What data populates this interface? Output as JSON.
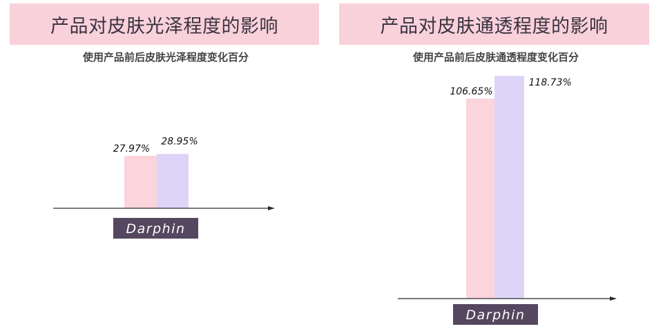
{
  "colors": {
    "background": "#ffffff",
    "header_bg": "#f9d1da",
    "title": "#3a3342",
    "subtitle": "#444444",
    "axis": "#2a2a2a",
    "category_box": "#54475f",
    "category_text": "#ffffff"
  },
  "chart_data": [
    {
      "type": "bar",
      "title": "产品对皮肤光泽程度的影响",
      "subtitle": "使用产品前后皮肤光泽程度变化百分",
      "categories": [
        "Darphin"
      ],
      "series": [
        {
          "values": [
            27.97
          ],
          "data_labels": [
            "27.97%"
          ],
          "color": "#fbd4dc"
        },
        {
          "values": [
            28.95
          ],
          "data_labels": [
            "28.95%"
          ],
          "color": "#ddd4f7"
        }
      ],
      "grid": false,
      "legend": "none"
    },
    {
      "type": "bar",
      "title": "产品对皮肤通透程度的影响",
      "subtitle": "使用产品前后皮肤通透程度变化百分",
      "categories": [
        "Darphin"
      ],
      "series": [
        {
          "values": [
            106.65
          ],
          "data_labels": [
            "106.65%"
          ],
          "color": "#fbd4dc"
        },
        {
          "values": [
            118.73
          ],
          "data_labels": [
            "118.73%"
          ],
          "color": "#ddd4f7"
        }
      ],
      "grid": false,
      "legend": "none"
    }
  ]
}
